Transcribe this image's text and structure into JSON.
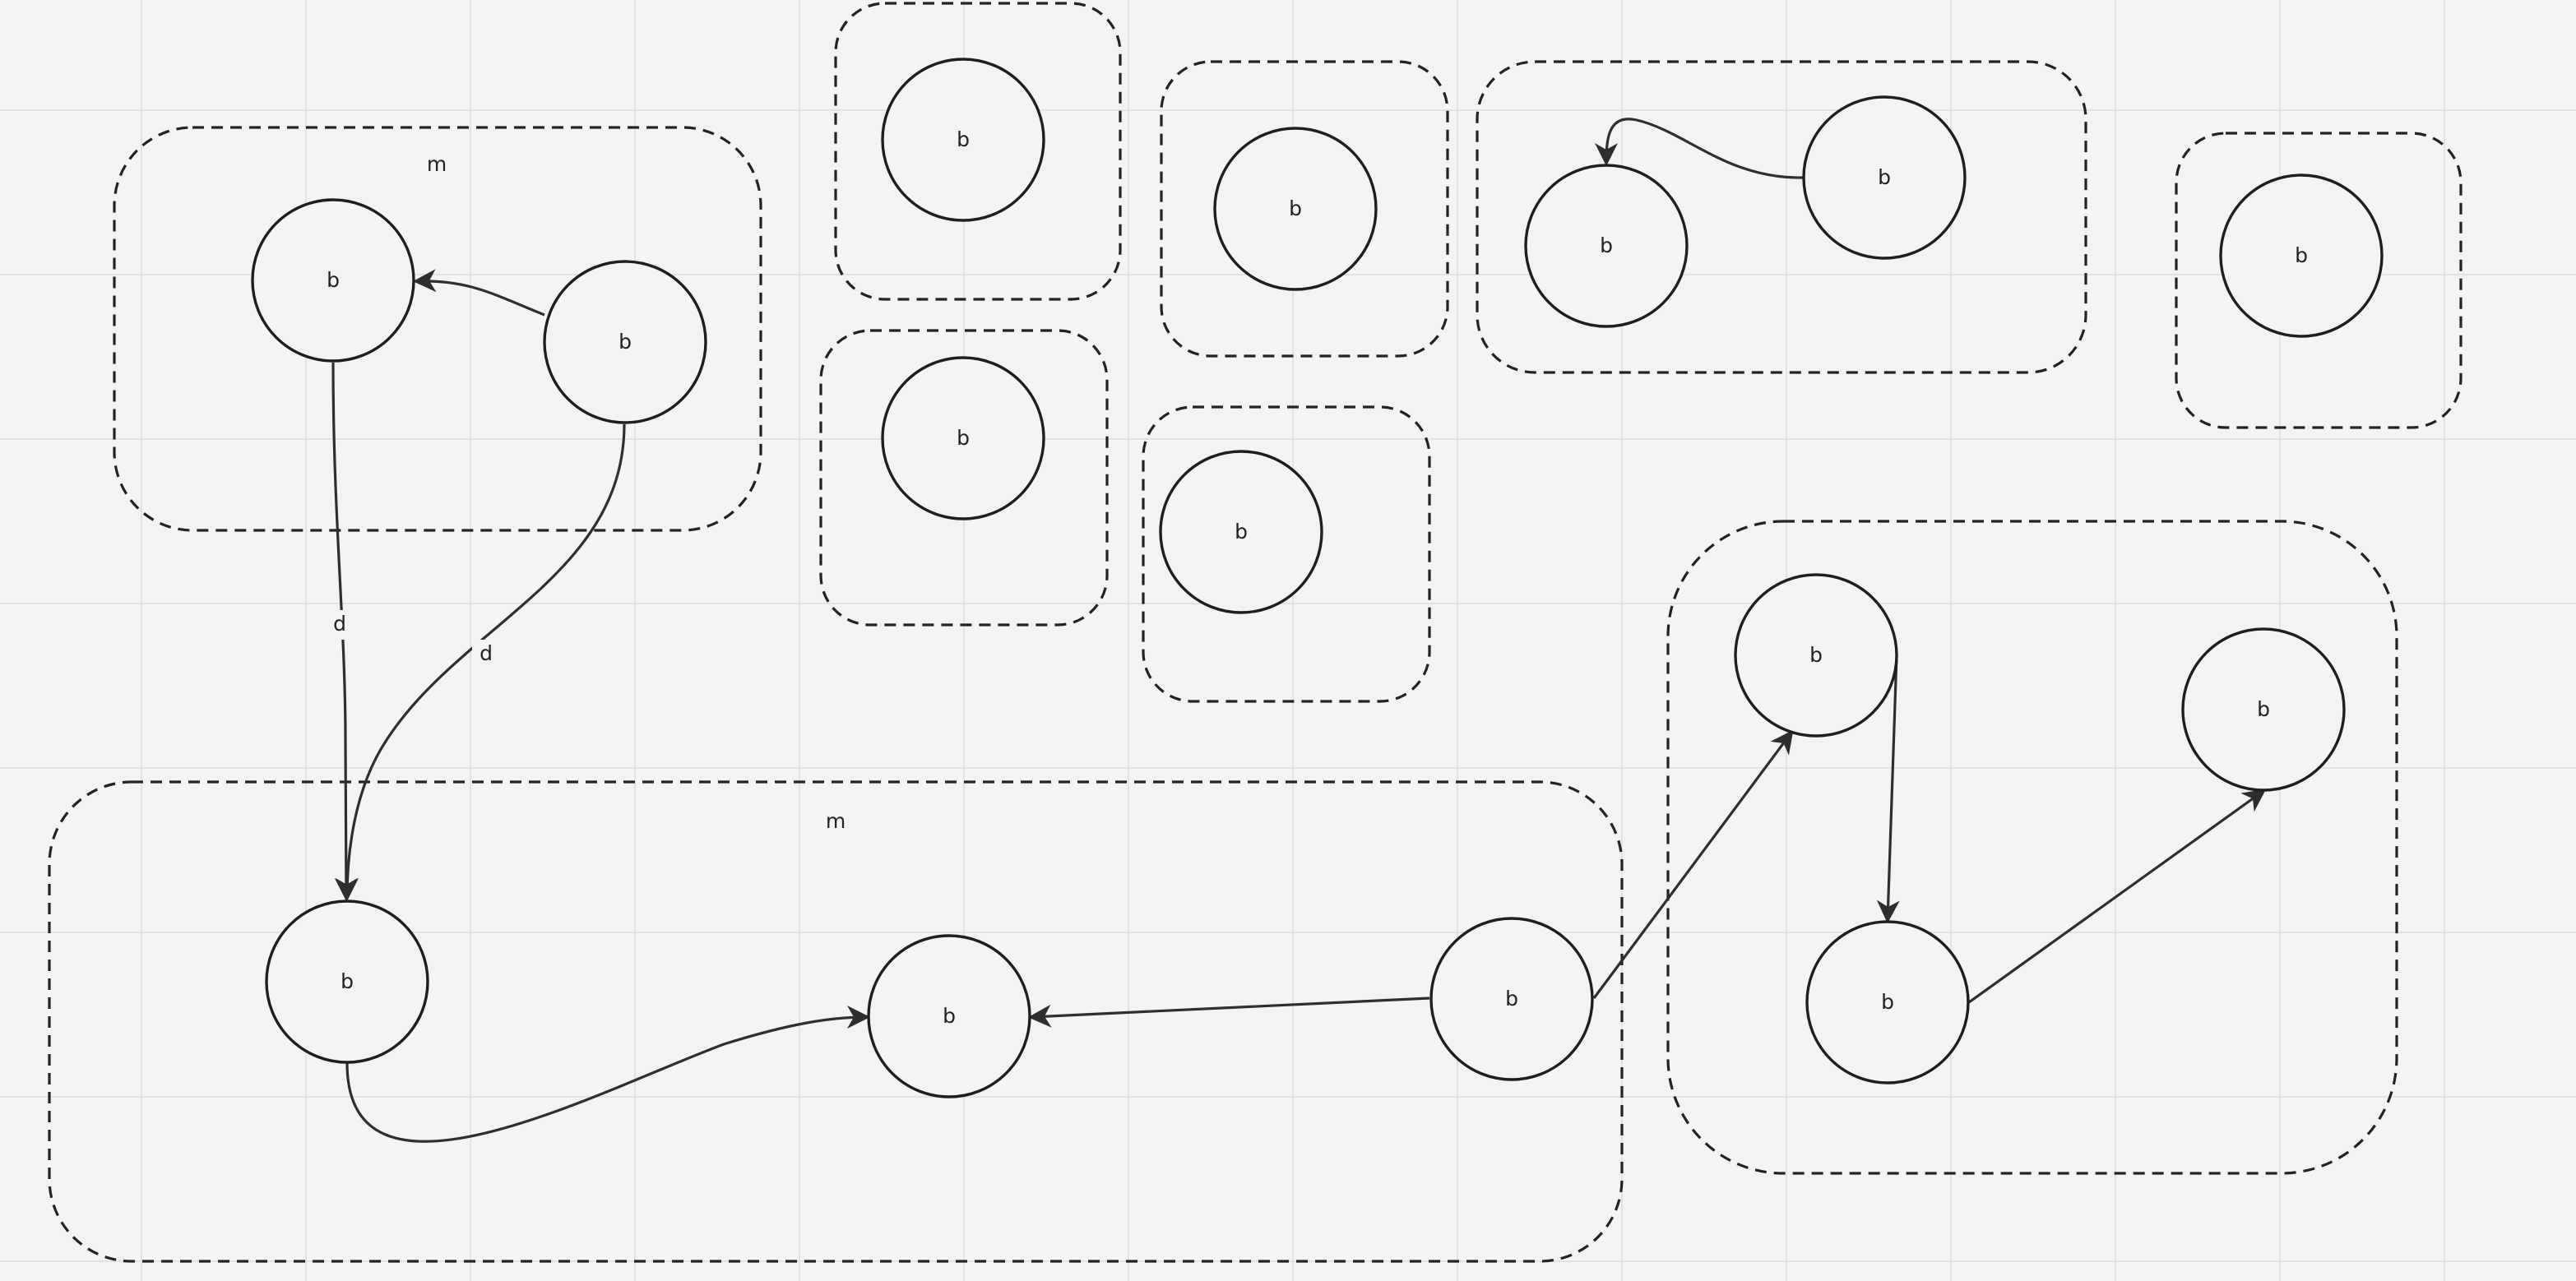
{
  "diagram": {
    "groups": [
      {
        "id": "g1",
        "label": "m"
      },
      {
        "id": "g2",
        "label": ""
      },
      {
        "id": "g3",
        "label": ""
      },
      {
        "id": "g4",
        "label": ""
      },
      {
        "id": "g5",
        "label": ""
      },
      {
        "id": "g6",
        "label": ""
      },
      {
        "id": "g7",
        "label": ""
      },
      {
        "id": "g8",
        "label": "m"
      },
      {
        "id": "g9",
        "label": ""
      }
    ],
    "nodes": [
      {
        "id": "n1",
        "label": "b"
      },
      {
        "id": "n2",
        "label": "b"
      },
      {
        "id": "n3",
        "label": "b"
      },
      {
        "id": "n4",
        "label": "b"
      },
      {
        "id": "n5",
        "label": "b"
      },
      {
        "id": "n6",
        "label": "b"
      },
      {
        "id": "n7",
        "label": "b"
      },
      {
        "id": "n8",
        "label": "b"
      },
      {
        "id": "n9",
        "label": "b"
      },
      {
        "id": "n10",
        "label": "b"
      },
      {
        "id": "n11",
        "label": "b"
      },
      {
        "id": "n12",
        "label": "b"
      },
      {
        "id": "n13",
        "label": "b"
      },
      {
        "id": "n14",
        "label": "b"
      },
      {
        "id": "n15",
        "label": "b"
      }
    ],
    "edges": [
      {
        "id": "e1",
        "from": "n2",
        "to": "n1",
        "label": ""
      },
      {
        "id": "e2",
        "from": "n1",
        "to": "n10",
        "label": "d"
      },
      {
        "id": "e3",
        "from": "n2",
        "to": "n10",
        "label": "d"
      },
      {
        "id": "e4",
        "from": "n9",
        "to": "n8",
        "label": ""
      },
      {
        "id": "e5",
        "from": "n10",
        "to": "n11",
        "label": ""
      },
      {
        "id": "e6",
        "from": "n12",
        "to": "n11",
        "label": ""
      },
      {
        "id": "e7",
        "from": "n12",
        "to": "n13",
        "label": ""
      },
      {
        "id": "e8",
        "from": "n13",
        "to": "n15",
        "label": ""
      },
      {
        "id": "e9",
        "from": "n15",
        "to": "n14",
        "label": ""
      }
    ]
  }
}
